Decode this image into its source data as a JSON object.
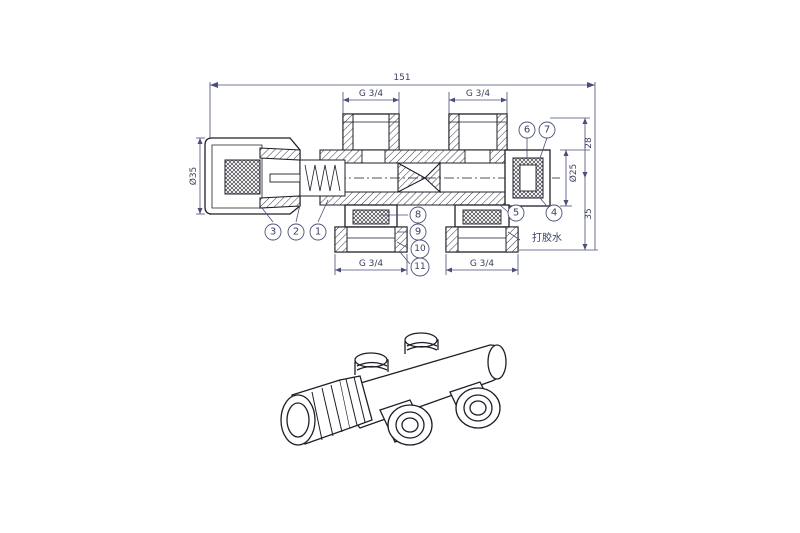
{
  "dimensions": {
    "overall_length": "151",
    "thread_top_left": "G 3/4",
    "thread_top_right": "G 3/4",
    "thread_bottom_left": "G 3/4",
    "thread_bottom_right": "G 3/4",
    "knob_diameter": "Ø35",
    "body_diameter": "Ø25",
    "height_top": "28",
    "height_bottom": "35"
  },
  "parts": [
    "1",
    "2",
    "3",
    "4",
    "5",
    "6",
    "7",
    "8",
    "9",
    "10",
    "11"
  ],
  "note_label": "打胶水",
  "colors": {
    "ink": "#1e1e28",
    "dimension": "#4a4f7a"
  }
}
